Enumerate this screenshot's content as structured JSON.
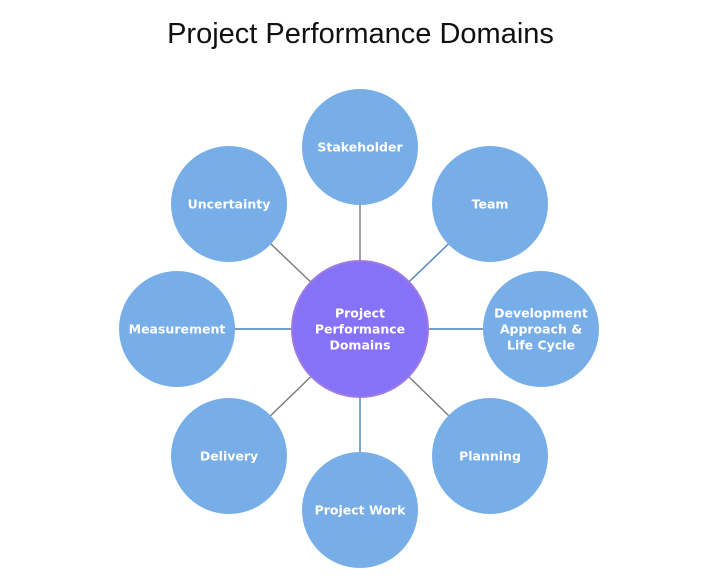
{
  "title": "Project Performance Domains",
  "center": {
    "lines": [
      "Project",
      "Performance",
      "Domains"
    ],
    "color": "#8572f6",
    "border": "#a07ae0"
  },
  "node_color": "#78aee8",
  "connectors": {
    "blue": "#4a7fc4",
    "gray": "#7a7a7a"
  },
  "domains": [
    {
      "id": "stakeholder",
      "lines": [
        "Stakeholder"
      ],
      "connector": "gray"
    },
    {
      "id": "team",
      "lines": [
        "Team"
      ],
      "connector": "blue"
    },
    {
      "id": "development",
      "lines": [
        "Development",
        "Approach &",
        "Life Cycle"
      ],
      "connector": "blue"
    },
    {
      "id": "planning",
      "lines": [
        "Planning"
      ],
      "connector": "gray"
    },
    {
      "id": "project-work",
      "lines": [
        "Project Work"
      ],
      "connector": "blue"
    },
    {
      "id": "delivery",
      "lines": [
        "Delivery"
      ],
      "connector": "gray"
    },
    {
      "id": "measurement",
      "lines": [
        "Measurement"
      ],
      "connector": "blue"
    },
    {
      "id": "uncertainty",
      "lines": [
        "Uncertainty"
      ],
      "connector": "gray"
    }
  ]
}
